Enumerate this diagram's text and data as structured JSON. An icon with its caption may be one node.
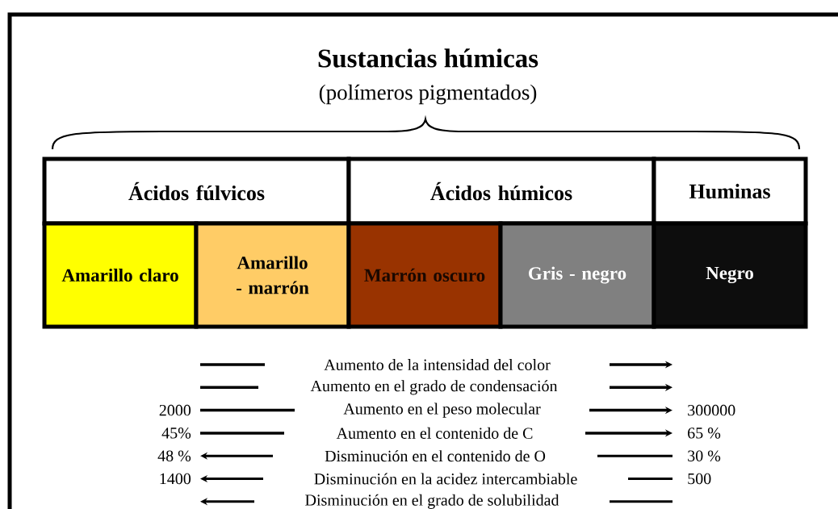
{
  "diagram": {
    "title": "Sustancias húmicas",
    "nodes": [
      {
        "text": [
          "Ácidos fúlvicos"
        ]
      },
      {
        "text": [
          "Ácidos húmicos"
        ]
      },
      {
        "text": [
          "Huminas"
        ]
      },
      {
        "text": [
          "Amarillo claro"
        ]
      },
      {
        "text": [
          "Amarillo - marrón"
        ]
      },
      {
        "text": [
          "Marrón oscuro"
        ]
      },
      {
        "text": [
          "Gris - negro"
        ]
      },
      {
        "text": [
          "Negro"
        ]
      }
    ],
    "labels": [
      "(polímeros pigmentados)",
      "Aumento de la intensidad del color",
      "Aumento en el grado de condensación",
      "2000",
      "Aumento en el peso molecular",
      "300000",
      "45%",
      "Aumento en el contenido de C",
      "65 %",
      "48 %",
      "Disminución en el contenido de O",
      "30 %",
      "1400",
      "Disminución en la acidez intercambiable",
      "500",
      "Disminución en el grado de solubilidad"
    ]
  }
}
